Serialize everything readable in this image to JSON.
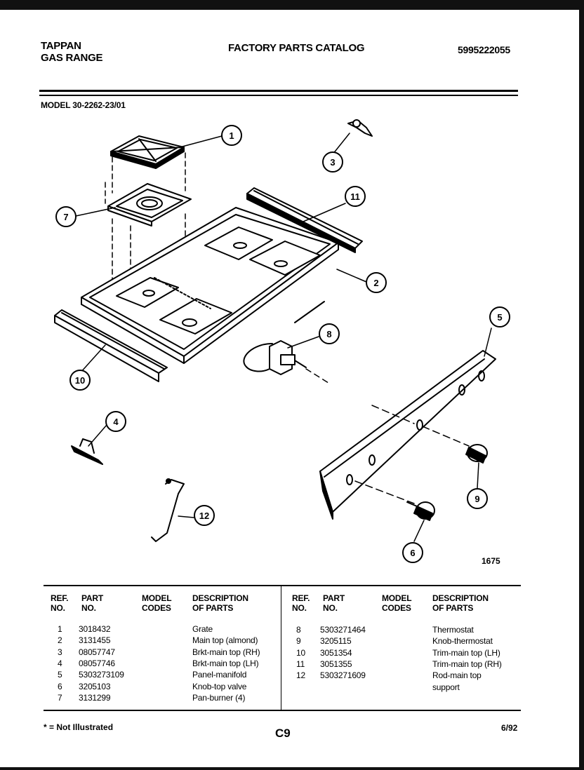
{
  "header": {
    "brand": "TAPPAN",
    "product": "GAS RANGE",
    "catalog_title": "FACTORY PARTS CATALOG",
    "catalog_number": "5995222055",
    "model_line": "MODEL 30-2262-23/01"
  },
  "figure_number": "1675",
  "callouts": [
    "1",
    "2",
    "3",
    "4",
    "5",
    "6",
    "7",
    "8",
    "9",
    "10",
    "11",
    "12"
  ],
  "table": {
    "headers": {
      "ref_1": "REF.",
      "ref_2": "NO.",
      "part_1": "PART",
      "part_2": "NO.",
      "model_1": "MODEL",
      "model_2": "CODES",
      "desc_1": "DESCRIPTION",
      "desc_2": "OF PARTS"
    },
    "left_rows": [
      {
        "ref": "1",
        "part": "3018432",
        "desc": "Grate"
      },
      {
        "ref": "2",
        "part": "3131455",
        "desc": "Main top (almond)"
      },
      {
        "ref": "3",
        "part": "08057747",
        "desc": "Brkt-main top (RH)"
      },
      {
        "ref": "4",
        "part": "08057746",
        "desc": "Brkt-main top (LH)"
      },
      {
        "ref": "5",
        "part": "5303273109",
        "desc": "Panel-manifold"
      },
      {
        "ref": "6",
        "part": "3205103",
        "desc": "Knob-top valve"
      },
      {
        "ref": "7",
        "part": "3131299",
        "desc": "Pan-burner (4)"
      }
    ],
    "right_rows": [
      {
        "ref": "8",
        "part": "5303271464",
        "desc": "Thermostat"
      },
      {
        "ref": "9",
        "part": "3205115",
        "desc": "Knob-thermostat"
      },
      {
        "ref": "10",
        "part": "3051354",
        "desc": "Trim-main top (LH)"
      },
      {
        "ref": "11",
        "part": "3051355",
        "desc": "Trim-main top (RH)"
      },
      {
        "ref": "12",
        "part": "5303271609",
        "desc": "Rod-main top"
      },
      {
        "ref": "",
        "part": "",
        "desc": "support"
      }
    ]
  },
  "footer": {
    "note": "* = Not Illustrated",
    "page": "C9",
    "date": "6/92"
  }
}
